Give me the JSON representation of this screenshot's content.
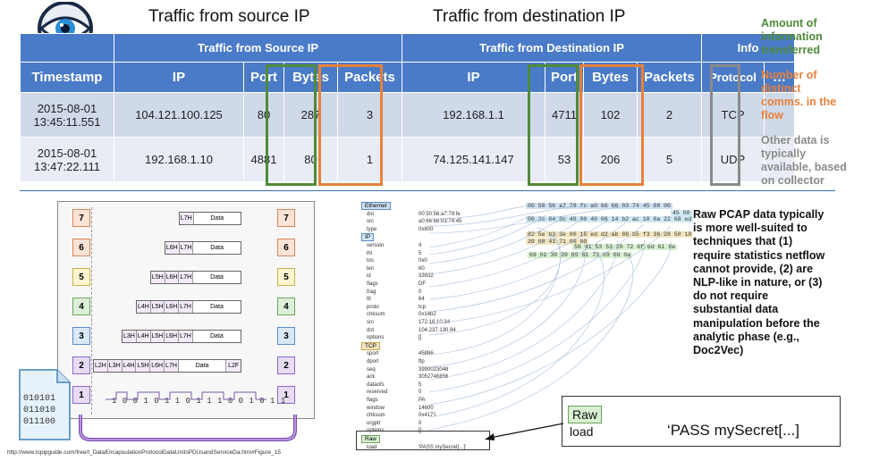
{
  "titles": {
    "source": "Traffic from source IP",
    "destination": "Traffic from destination IP"
  },
  "table": {
    "group_headers": [
      "Traffic from Source IP",
      "Traffic from Destination IP",
      "Info"
    ],
    "columns": [
      "Timestamp",
      "IP",
      "Port",
      "Bytes",
      "Packets",
      "IP",
      "Port",
      "Bytes",
      "Packets",
      "Protocol",
      "…"
    ],
    "rows": [
      {
        "timestamp": [
          "2015-08-01",
          "13:45:11.551"
        ],
        "src_ip": "104.121.100.125",
        "src_port": "80",
        "src_bytes": "287",
        "src_packets": "3",
        "dst_ip": "192.168.1.1",
        "dst_port": "4711",
        "dst_bytes": "102",
        "dst_packets": "2",
        "protocol": "TCP"
      },
      {
        "timestamp": [
          "2015-08-01",
          "13:47:22.111"
        ],
        "src_ip": "192.168.1.10",
        "src_port": "4881",
        "src_bytes": "80",
        "src_packets": "1",
        "dst_ip": "74.125.141.147",
        "dst_port": "53",
        "dst_bytes": "206",
        "dst_packets": "5",
        "protocol": "UDP"
      }
    ]
  },
  "notes": {
    "amount": [
      "Amount of",
      "information",
      "transferred"
    ],
    "distinct": [
      "Number of",
      "distinct",
      "comms. in the",
      "flow"
    ],
    "other": [
      "Other data is",
      "typically",
      "available, based",
      "on collector"
    ],
    "raw_pcap": [
      "Raw PCAP data typically",
      "is more well-suited to",
      "techniques that (1)",
      "require statistics netflow",
      "cannot provide, (2) are",
      "NLP-like in nature, or (3)",
      "do not require",
      "substantial data",
      "manipulation before the",
      "analytic phase (e.g.,",
      "Doc2Vec)"
    ]
  },
  "colors": {
    "header_blue": "#4a7bc8",
    "green": "#4f8a3a",
    "orange": "#e8803a",
    "gray": "#8a8a8a"
  },
  "encap": {
    "layers": [
      "7",
      "6",
      "5",
      "4",
      "3",
      "2",
      "1"
    ],
    "frames": [
      [
        "L7H",
        "Data"
      ],
      [
        "L6H",
        "L7H",
        "Data"
      ],
      [
        "L5H",
        "L6H",
        "L7H",
        "Data"
      ],
      [
        "L4H",
        "L5H",
        "L6H",
        "L7H",
        "Data"
      ],
      [
        "L3H",
        "L4H",
        "L5H",
        "L6H",
        "L7H",
        "Data"
      ],
      [
        "L2H",
        "L3H",
        "L4H",
        "L5H",
        "L6H",
        "L7H",
        "Data",
        "L2F"
      ]
    ],
    "bits": "1 0 0 1 0 1 1 0 1 1 1 0 0 1 0 1 1",
    "binary": [
      "010101",
      "011010",
      "011100"
    ],
    "url": "http://www.tcpipguide.com/free/t_DataEncapsulationProtocolDataUnitsPDUsandServiceDa.htm#Figure_15"
  },
  "pcap": {
    "ethernet_label": "Ethernet",
    "ethernet_fields": [
      [
        "dst",
        "00:50:56:a7:79:fe"
      ],
      [
        "src",
        "a0:66:66:03:74:45"
      ],
      [
        "type",
        "0x800"
      ]
    ],
    "ip_label": "IP",
    "ip_fields": [
      [
        "version",
        "4"
      ],
      [
        "ihl",
        "5"
      ],
      [
        "tos",
        "0x0"
      ],
      [
        "len",
        "60"
      ],
      [
        "id",
        "33932"
      ],
      [
        "flags",
        "DF"
      ],
      [
        "frag",
        "0"
      ],
      [
        "ttl",
        "64"
      ],
      [
        "proto",
        "tcp"
      ],
      [
        "chksum",
        "0x14b2"
      ],
      [
        "src",
        "172.16.10.34"
      ],
      [
        "dst",
        "104.237.130.94"
      ],
      [
        "options",
        "[]"
      ]
    ],
    "tcp_label": "TCP",
    "tcp_fields": [
      [
        "sport",
        "45886"
      ],
      [
        "dport",
        "ftp"
      ],
      [
        "seq",
        "3990023048"
      ],
      [
        "ack",
        "3052746856"
      ],
      [
        "dataofs",
        "5"
      ],
      [
        "reserved",
        "0"
      ],
      [
        "flags",
        "PA"
      ],
      [
        "window",
        "14600"
      ],
      [
        "chksum",
        "0x4171"
      ],
      [
        "urgptr",
        "0"
      ],
      [
        "options",
        "[]"
      ]
    ],
    "raw_label": "Raw",
    "raw_fields": [
      [
        "load",
        "'PASS mySecret[...]'"
      ]
    ],
    "hex": [
      "00 50 56 a7 79 fe a0 66 66 03 74 45 08 00",
      "45 00",
      "00 3c 84 8c 40 00 40 06 14 b2 ac 10 0a 22 68 ed",
      "82 5e b3 3e 00 15 ed d2 ab 88 b5 f3 36 28 50 18",
      "39 08 41 71 00 00",
      "50 41 53 53 20 72 6f 6d 61 6e",
      "69 61 30 39 69 61 73 69 0d 0a"
    ]
  },
  "callout": {
    "raw": "Raw",
    "load": "load",
    "value": "‘PASS mySecret[...]"
  }
}
